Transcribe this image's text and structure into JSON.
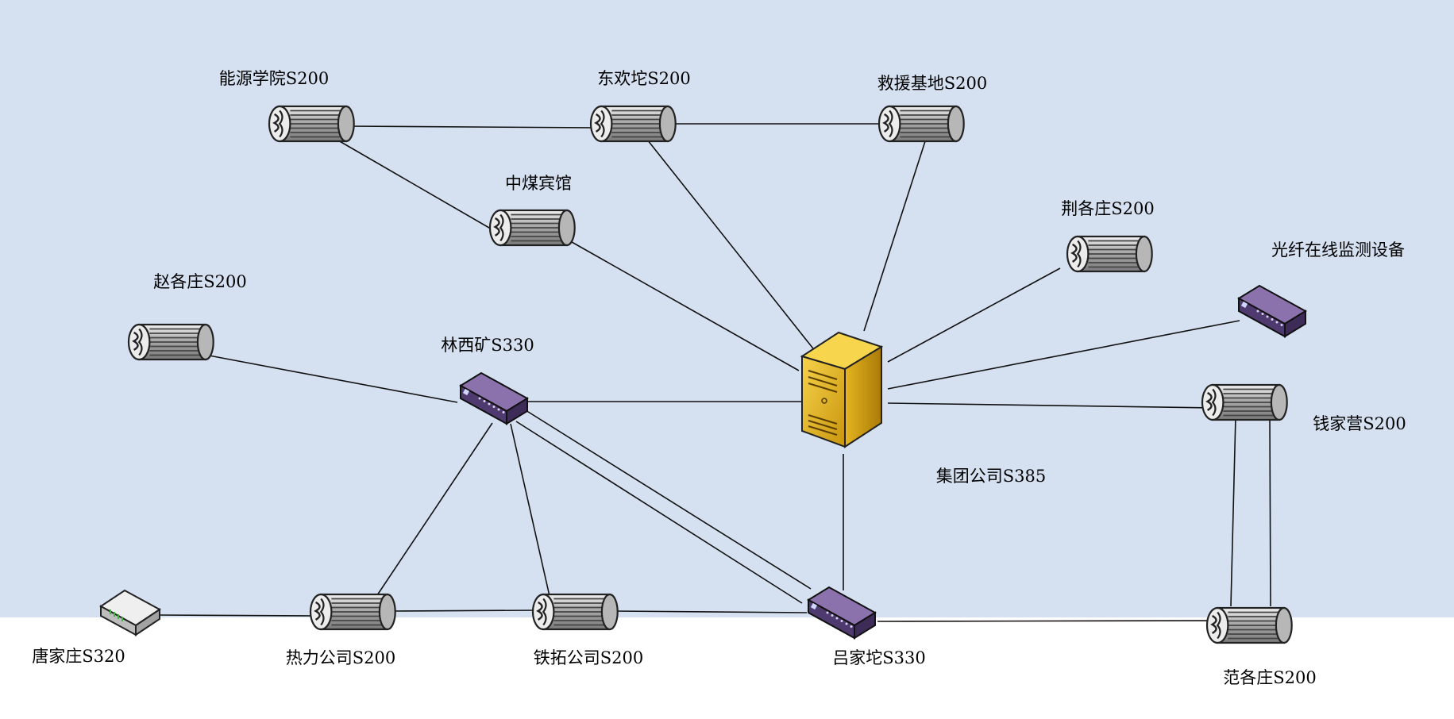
{
  "nodes": [
    {
      "id": "nengyuan",
      "label": "能源学院S200",
      "kind": "router"
    },
    {
      "id": "donghuan",
      "label": "东欢坨S200",
      "kind": "router"
    },
    {
      "id": "jiuyuan",
      "label": "救援基地S200",
      "kind": "router"
    },
    {
      "id": "zhongmei",
      "label": "中煤宾馆",
      "kind": "router"
    },
    {
      "id": "jingge",
      "label": "荆各庄S200",
      "kind": "router"
    },
    {
      "id": "guangxian",
      "label": "光纤在线监测设备",
      "kind": "switch"
    },
    {
      "id": "zhaoge",
      "label": "赵各庄S200",
      "kind": "router"
    },
    {
      "id": "linxi",
      "label": "林西矿S330",
      "kind": "switch"
    },
    {
      "id": "jituan",
      "label": "集团公司S385",
      "kind": "server"
    },
    {
      "id": "qianjia",
      "label": "钱家营S200",
      "kind": "router"
    },
    {
      "id": "tangjia",
      "label": "唐家庄S320",
      "kind": "modem"
    },
    {
      "id": "reli",
      "label": "热力公司S200",
      "kind": "router"
    },
    {
      "id": "tietuo",
      "label": "铁拓公司S200",
      "kind": "router"
    },
    {
      "id": "lvjia",
      "label": "吕家坨S330",
      "kind": "switch"
    },
    {
      "id": "fange",
      "label": "范各庄S200",
      "kind": "router"
    }
  ],
  "links": [
    {
      "from": "nengyuan",
      "to": "donghuan"
    },
    {
      "from": "donghuan",
      "to": "jiuyuan"
    },
    {
      "from": "nengyuan",
      "to": "zhongmei"
    },
    {
      "from": "zhongmei",
      "to": "jituan"
    },
    {
      "from": "donghuan",
      "to": "jituan"
    },
    {
      "from": "jiuyuan",
      "to": "jituan"
    },
    {
      "from": "jingge",
      "to": "jituan"
    },
    {
      "from": "guangxian",
      "to": "jituan"
    },
    {
      "from": "jituan",
      "to": "qianjia"
    },
    {
      "from": "zhaoge",
      "to": "linxi"
    },
    {
      "from": "linxi",
      "to": "jituan"
    },
    {
      "from": "jituan",
      "to": "lvjia"
    },
    {
      "from": "linxi",
      "to": "lvjia"
    },
    {
      "from": "linxi",
      "to": "lvjia"
    },
    {
      "from": "linxi",
      "to": "reli"
    },
    {
      "from": "linxi",
      "to": "tietuo"
    },
    {
      "from": "tangjia",
      "to": "reli"
    },
    {
      "from": "reli",
      "to": "tietuo"
    },
    {
      "from": "tietuo",
      "to": "lvjia"
    },
    {
      "from": "lvjia",
      "to": "fange"
    },
    {
      "from": "qianjia",
      "to": "fange"
    },
    {
      "from": "qianjia",
      "to": "fange"
    }
  ]
}
